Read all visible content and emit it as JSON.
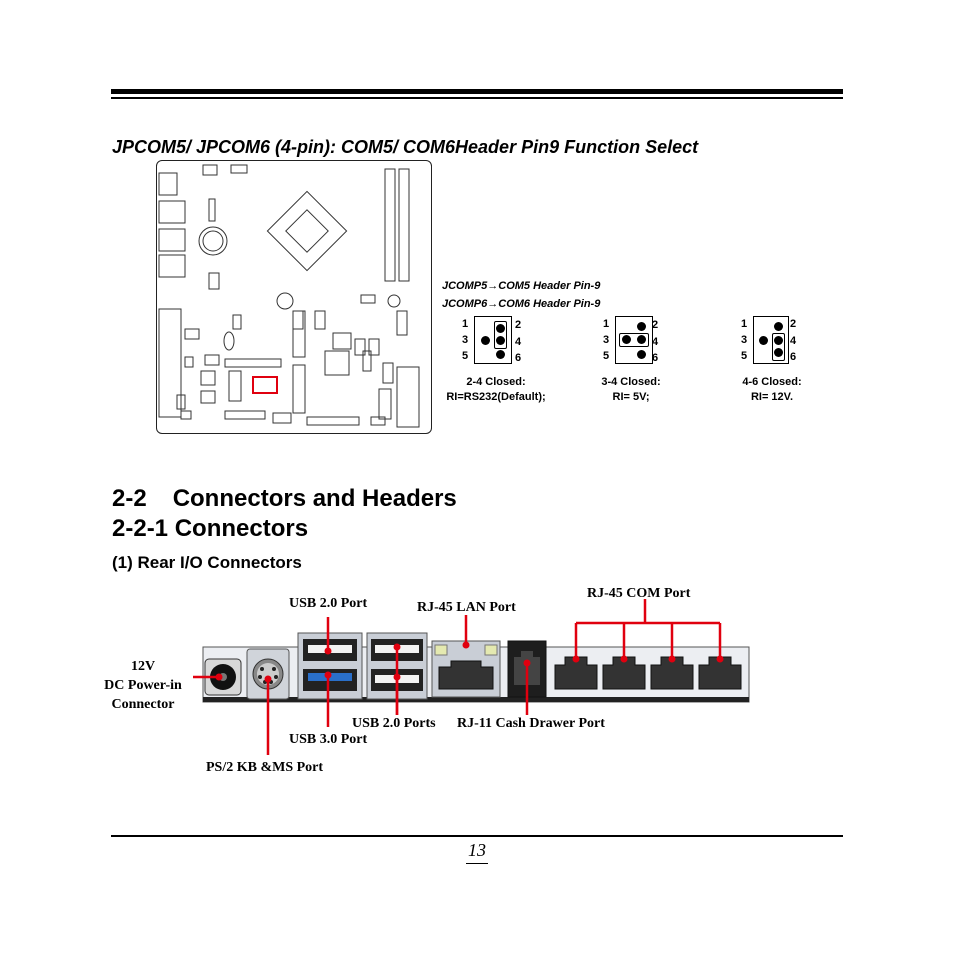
{
  "section_title": "JPCOM5/ JPCOM6 (4-pin): COM5/ COM6Header Pin9 Function Select",
  "mapping": [
    {
      "jumper": "JCOMP5",
      "arrow": "→",
      "target": "COM5 Header Pin-9"
    },
    {
      "jumper": "JCOMP6",
      "arrow": "→",
      "target": "COM6 Header Pin-9"
    }
  ],
  "pin_labels": {
    "left": [
      "1",
      "3",
      "5"
    ],
    "right": [
      "2",
      "4",
      "6"
    ]
  },
  "jumper_options": [
    {
      "closed": "2-4 Closed:",
      "function": "RI=RS232(Default);"
    },
    {
      "closed": "3-4 Closed:",
      "function": "RI= 5V;"
    },
    {
      "closed": "4-6 Closed:",
      "function": "RI= 12V."
    }
  ],
  "heading_2_2": {
    "number": "2-2",
    "title": "Connectors and Headers"
  },
  "heading_2_2_1": "2-2-1 Connectors",
  "subheading": "(1) Rear I/O Connectors",
  "port_labels": {
    "usb20_port": "USB 2.0 Port",
    "rj45_lan": "RJ-45 LAN Port",
    "rj45_com": "RJ-45 COM Port",
    "dc_power_line1": "12V",
    "dc_power_line2": "DC Power-in",
    "dc_power_line3": "Connector",
    "usb20_ports": "USB 2.0 Ports",
    "rj11": "RJ-11 Cash Drawer Port",
    "usb30_port": "USB 3.0 Port",
    "ps2": "PS/2 KB &MS Port"
  },
  "colors": {
    "callout": "#e0000f",
    "highlight": "#e0000f",
    "usb3_blue": "#2a6fc9"
  },
  "page_number": "13"
}
